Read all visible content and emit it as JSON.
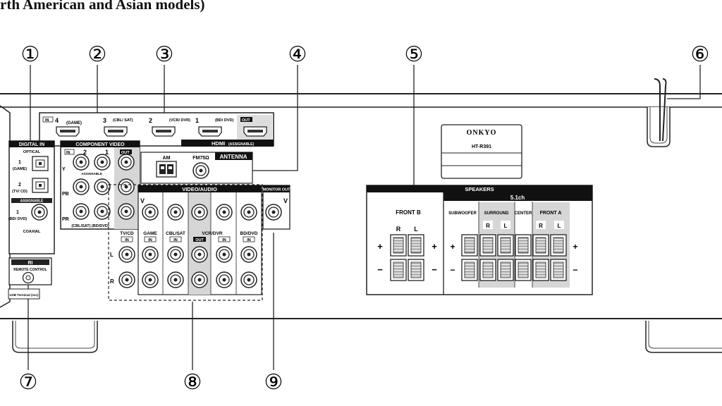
{
  "header": {
    "title": "rth American and Asian models)"
  },
  "callouts": [
    "①",
    "②",
    "③",
    "④",
    "⑤",
    "⑥",
    "⑦",
    "⑧",
    "⑨"
  ],
  "brand": {
    "name": "ONKYO",
    "model": "HT-R391"
  },
  "hdmi": {
    "in_badge": "IN",
    "out_badge": "OUT",
    "title": "HDMI",
    "assignable": "(ASSIGNABLE)",
    "ports": [
      {
        "num": "4",
        "label": "(GAME)"
      },
      {
        "num": "3",
        "label": "(CBL/ SAT)"
      },
      {
        "num": "2",
        "label": "(VCR/ DVR)"
      },
      {
        "num": "1",
        "label": "(BD/ DVD)"
      }
    ]
  },
  "digital_in": {
    "title": "DIGITAL IN",
    "optical": "OPTICAL",
    "opt1_num": "1",
    "opt1_label": "(GAME)",
    "opt2_num": "2",
    "opt2_label": "(TV/ CD)",
    "assignable": "ASSIGNABLE",
    "coax_num": "1",
    "coax_label": "(BD/ DVD)",
    "coaxial": "COAXIAL"
  },
  "component_video": {
    "title": "COMPONENT VIDEO",
    "in_badge": "IN",
    "out_badge": "OUT",
    "in2": "2",
    "in1": "1",
    "assignable": "ASSIGNABLE",
    "y": "Y",
    "pb": "PB",
    "pr": "PR",
    "bottom_label": "(CBL/SAT)  (BD/DVD)"
  },
  "antenna": {
    "title": "ANTENNA",
    "am": "AM",
    "fm": "FM75Ω"
  },
  "video_audio": {
    "title": "VIDEO/AUDIO",
    "v": "V",
    "l": "L",
    "r": "R",
    "columns": [
      {
        "label": "TV/CD",
        "badge": "IN"
      },
      {
        "label": "GAME",
        "badge": "IN"
      },
      {
        "label": "CBL/SAT",
        "badge": "IN"
      },
      {
        "label": "VCR/DVR",
        "badge": "OUT"
      },
      {
        "label": "",
        "badge": "IN"
      },
      {
        "label": "BD/DVD",
        "badge": "IN"
      }
    ]
  },
  "monitor_out": {
    "title": "MONITOR OUT",
    "v": "V"
  },
  "ri": {
    "logo": "RI",
    "label": "REMOTE CONTROL"
  },
  "usb": {
    "label": "USB Terminal (svc)"
  },
  "speakers": {
    "title": "SPEAKERS",
    "ch": "5.1ch",
    "front_b": "FRONT B",
    "subwoofer": "SUBWOOFER",
    "surround": "SURROUND",
    "center": "CENTER",
    "front_a": "FRONT A",
    "r": "R",
    "l": "L",
    "plus": "+",
    "minus": "−"
  }
}
